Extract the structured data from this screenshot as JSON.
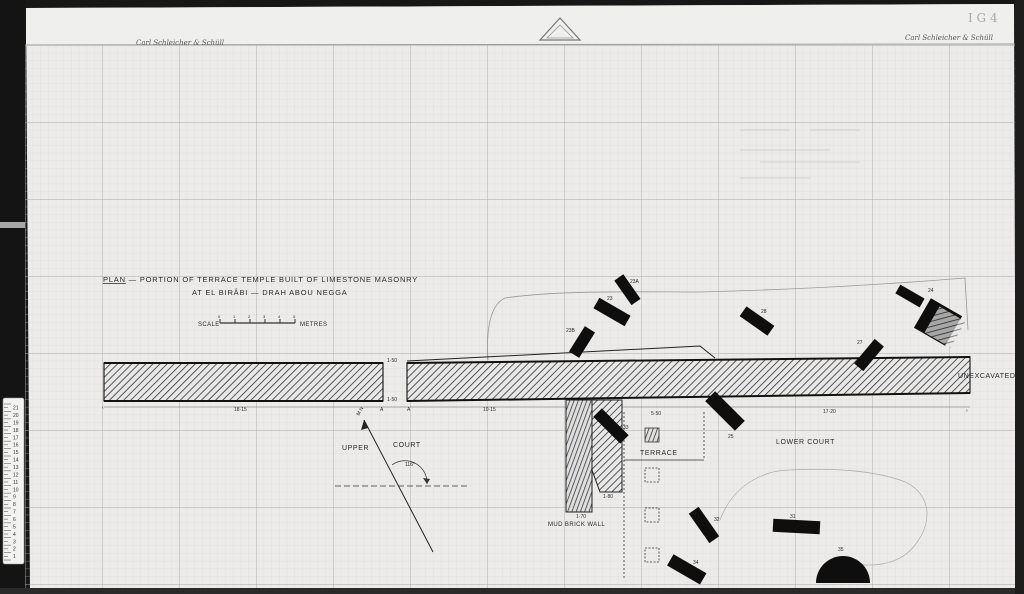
{
  "sheet": {
    "maker_left": "Carl Schleicher & Schüll",
    "maker_right": "Carl Schleicher & Schüll",
    "sheet_id": "I G 4"
  },
  "title": {
    "line1_prefix": "PLAN",
    "line1_rest": " — PORTION OF TERRACE TEMPLE  BUILT OF LIMESTONE MASONRY",
    "line2": "AT EL BIRÂBI — DRAH ABOU NEGGA"
  },
  "scale": {
    "label": "SCALE",
    "unit": "METRES",
    "ticks": [
      "0",
      "1",
      "2",
      "3",
      "4",
      "5"
    ]
  },
  "dimensions": {
    "gap_top": "1·50",
    "gap_bottom": "1·50",
    "span_left": "18·15",
    "span_mid": "10·15",
    "court_width": "5·50",
    "span_right": "17·20",
    "wall_top": "1·80",
    "wall_bottom": "1·70",
    "angle": "116°"
  },
  "labels": {
    "unexcavated": "UNEXCAVATED",
    "upper_court_a": "UPPER",
    "upper_court_b": "COURT",
    "lower_court": "LOWER COURT",
    "terrace": "TERRACE",
    "mud_brick_wall": "MUD BRICK WALL",
    "north": "M N",
    "point_a1": "A",
    "point_a2": "A"
  },
  "tombs": [
    {
      "id": "23A"
    },
    {
      "id": "23"
    },
    {
      "id": "23B"
    },
    {
      "id": "28"
    },
    {
      "id": "24"
    },
    {
      "id": "27"
    },
    {
      "id": "25"
    },
    {
      "id": "33"
    },
    {
      "id": "32"
    },
    {
      "id": "31"
    },
    {
      "id": "34"
    },
    {
      "id": "35"
    }
  ],
  "ruler": {
    "numbers": [
      "21",
      "20",
      "19",
      "18",
      "17",
      "16",
      "15",
      "14",
      "13",
      "12",
      "11",
      "10",
      "9",
      "8",
      "7",
      "6",
      "5",
      "4",
      "3",
      "2",
      "1"
    ]
  }
}
